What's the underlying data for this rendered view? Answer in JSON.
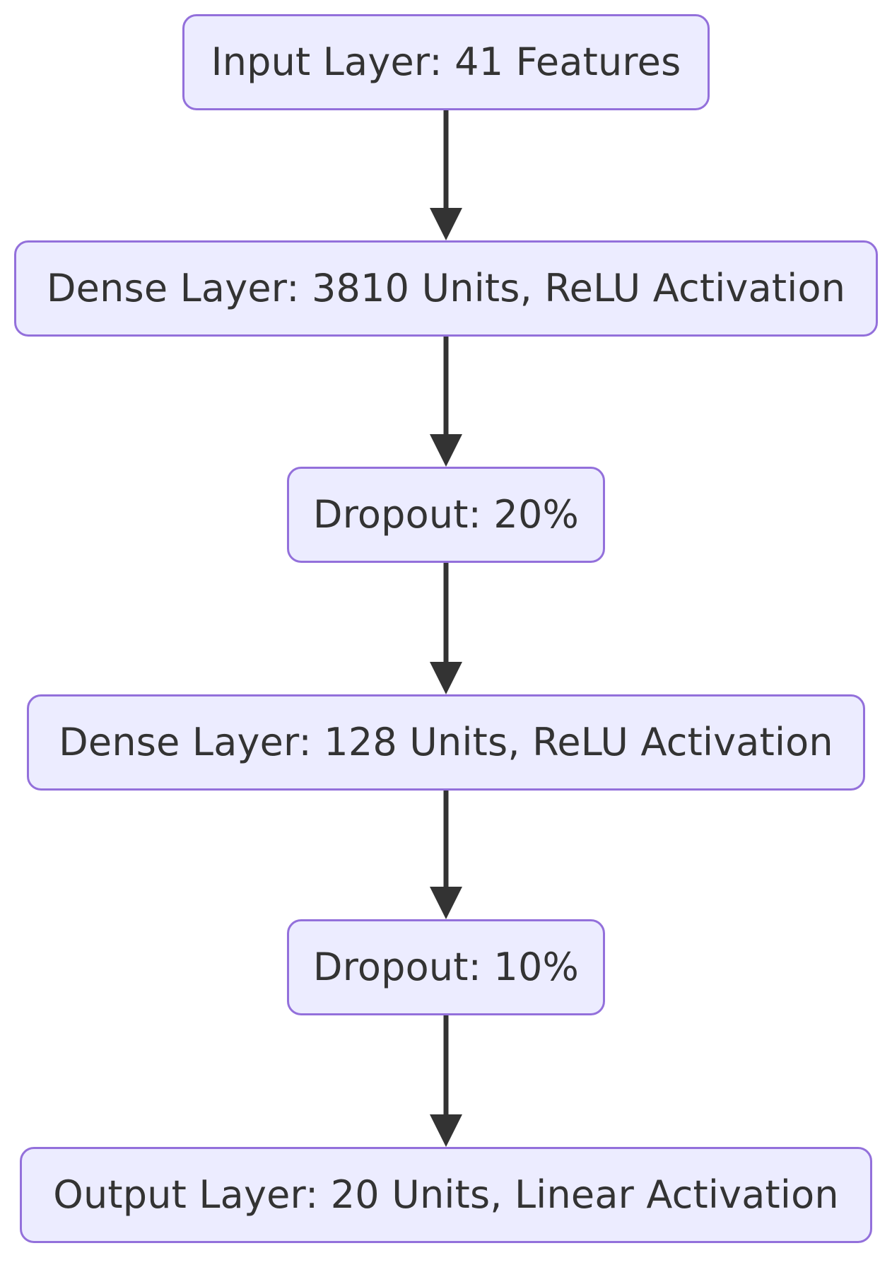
{
  "colors": {
    "node_fill": "#ECECFF",
    "node_border": "#9370DB",
    "text": "#333333",
    "edge": "#333333"
  },
  "diagram": {
    "type": "flowchart",
    "direction": "top-to-bottom",
    "nodes": [
      {
        "id": "input",
        "label": "Input Layer: 41 Features"
      },
      {
        "id": "dense1",
        "label": "Dense Layer: 3810 Units, ReLU Activation"
      },
      {
        "id": "dropout1",
        "label": "Dropout: 20%"
      },
      {
        "id": "dense2",
        "label": "Dense Layer: 128 Units, ReLU Activation"
      },
      {
        "id": "dropout2",
        "label": "Dropout: 10%"
      },
      {
        "id": "output",
        "label": "Output Layer: 20 Units, Linear Activation"
      }
    ],
    "edges": [
      {
        "from": "input",
        "to": "dense1"
      },
      {
        "from": "dense1",
        "to": "dropout1"
      },
      {
        "from": "dropout1",
        "to": "dense2"
      },
      {
        "from": "dense2",
        "to": "dropout2"
      },
      {
        "from": "dropout2",
        "to": "output"
      }
    ]
  }
}
